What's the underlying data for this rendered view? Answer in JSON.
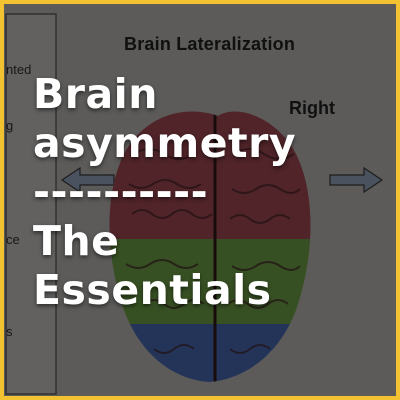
{
  "background": {
    "title": "Brain Lateralization",
    "right_label": "Right",
    "left_fragments": [
      "nted",
      "g",
      "ce",
      "s"
    ]
  },
  "headline": {
    "line1": "Brain",
    "line2": "asymmetry",
    "line3": "----------",
    "line4": "The",
    "line5": "Essentials"
  },
  "colors": {
    "frame": "#f2c230",
    "overlay": "rgba(0,0,0,0.42)",
    "text": "#ffffff",
    "brain_lobe_red": "#8a3f48",
    "brain_lobe_green": "#5f8a3d",
    "brain_lobe_blue": "#3f5a9a"
  },
  "icons": [
    "left-arrow-icon",
    "right-arrow-icon",
    "brain-illustration"
  ]
}
